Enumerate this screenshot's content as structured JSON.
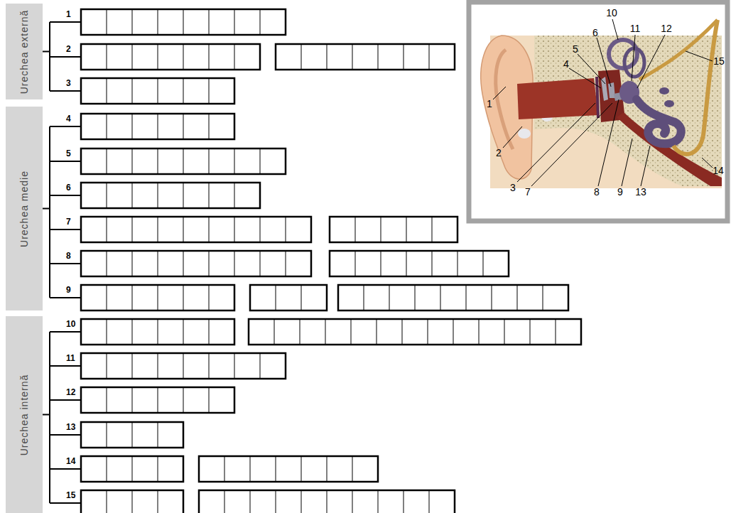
{
  "diagram": {
    "nodes": [
      {
        "text": [
          "Urechea externă"
        ]
      },
      {
        "text": [
          "Urechea medie"
        ]
      },
      {
        "text": [
          "Urechea internă"
        ]
      }
    ],
    "labels": [
      "1",
      "2",
      "3",
      "4",
      "5",
      "6",
      "7",
      "8",
      "9",
      "10",
      "11",
      "12",
      "13",
      "14",
      "15",
      "1",
      "2",
      "3",
      "4",
      "5",
      "6",
      "7",
      "8",
      "9",
      "10",
      "11",
      "12",
      "13",
      "14",
      "15"
    ]
  }
}
